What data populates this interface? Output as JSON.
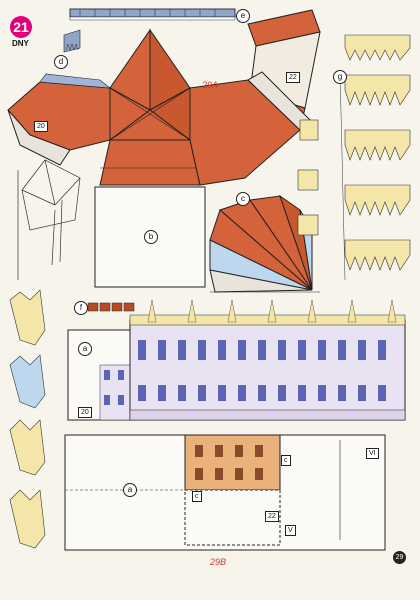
{
  "sheet": {
    "number": "21",
    "brand": "DNY",
    "page_number": "29"
  },
  "labels": {
    "a1": "a",
    "a2": "a",
    "b": "b",
    "c1": "c",
    "c2": "c",
    "c3": "c",
    "d": "d",
    "e": "e",
    "f": "f",
    "g": "g",
    "v": "V",
    "vi": "VI",
    "n20a": "20",
    "n20b": "20",
    "n22a": "22",
    "n22b": "22",
    "m29a": "29A",
    "m29b": "29B"
  },
  "colors": {
    "roof": "#d4623a",
    "roof_dark": "#b64b28",
    "facade": "#e9e2f2",
    "facade_blue": "#5a66b4",
    "spire_blue": "#bcd7ee",
    "spire_yellow": "#f3e6a8",
    "brick": "#e8b27a",
    "red_text": "#cc3a2a",
    "badge": "#e0007a"
  }
}
